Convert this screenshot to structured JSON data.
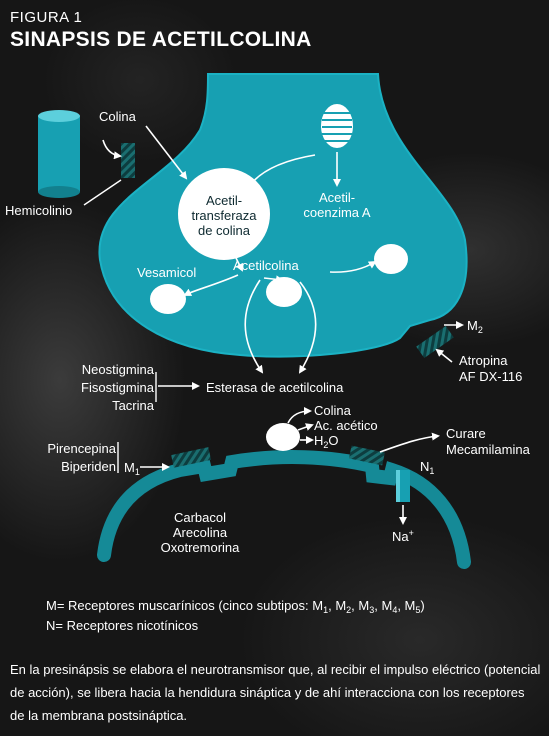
{
  "figure": {
    "label": "FIGURA 1",
    "title": "SINAPSIS DE ACETILCOLINA"
  },
  "colors": {
    "terminal_fill": "#17a0b2",
    "terminal_dark": "#0f7f8f",
    "membrane_stroke": "#158a97",
    "receptor_stripes": "#1a6e70",
    "arrows": "#ffffff",
    "background": "#161616"
  },
  "labels": {
    "colina_top": "Colina",
    "hemicolinio": "Hemicolinio",
    "acetil_coenzima_line1": "Acetil-",
    "acetil_coenzima_line2": "coenzima A",
    "enzyme_line1": "Acetil-",
    "enzyme_line2": "transferaza",
    "enzyme_line3": "de colina",
    "vesamicol": "Vesamicol",
    "acetilcolina": "Acetilcolina",
    "m2_letter": "M",
    "m2_sub": "2",
    "atropina": "Atropina",
    "af_dx": "AF DX-116",
    "neostigmina": "Neostigmina",
    "fisostigmina": "Fisostigmina",
    "tacrina": "Tacrina",
    "esterasa": "Esterasa de acetilcolina",
    "colina_products": "Colina",
    "ac_acetico": "Ac. acético",
    "h2o_h": "H",
    "h2o_sub": "2",
    "h2o_o": "O",
    "curare": "Curare",
    "mecamilamina": "Mecamilamina",
    "pirencepina": "Pirencepina",
    "biperiden": "Biperiden",
    "m1_letter": "M",
    "m1_sub": "1",
    "n1_letter": "N",
    "n1_sub": "1",
    "carbacol": "Carbacol",
    "arecolina": "Arecolina",
    "oxotremorina": "Oxotremorina",
    "na_base": "Na",
    "na_sup": "+"
  },
  "legend": {
    "m_prefix": "M= Receptores muscarínicos (cinco subtipos: M",
    "s1": "1",
    "sep1": ", M",
    "s2": "2",
    "sep2": ", M",
    "s3": "3",
    "sep3": ", M",
    "s4": "4",
    "sep4": ", M",
    "s5": "5",
    "m_suffix": ")",
    "n_line": "N= Receptores nicotínicos"
  },
  "caption": "En la presinápsis se elabora el neurotransmisor que, al recibir el impulso eléctrico (potencial de acción), se libera hacia la hendidura sináptica y de ahí interacciona con los receptores de la membrana postsináptica."
}
